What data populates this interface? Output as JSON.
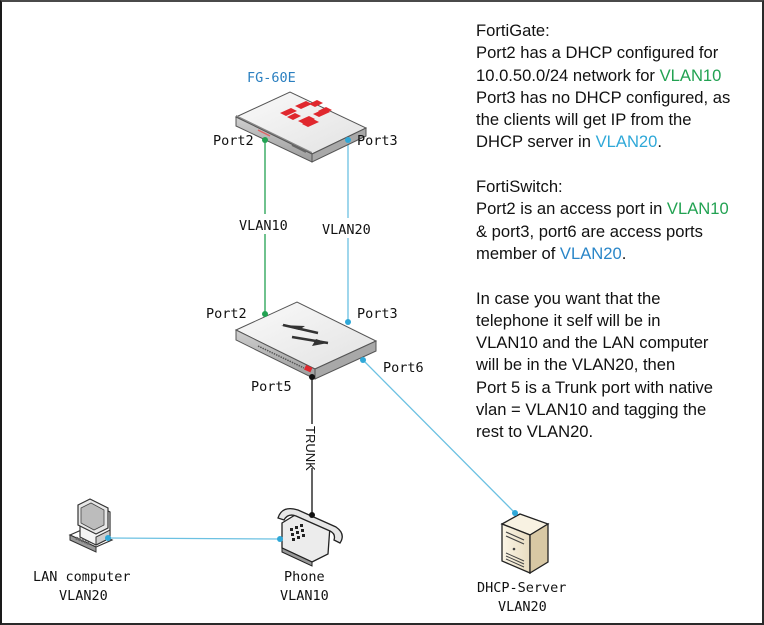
{
  "colors": {
    "vlan10": "#22a252",
    "vlan20": "#2fa8d8",
    "trunk": "#111111",
    "label_fortigate": "#2a7fc0",
    "fortinet_red": "#e0282e"
  },
  "devices": {
    "fortigate": {
      "name": "FG-60E",
      "icon": "firewall-appliance-icon",
      "port_left": "Port2",
      "port_right": "Port3"
    },
    "fortiswitch": {
      "icon": "switch-icon",
      "port_top_left": "Port2",
      "port_top_right": "Port3",
      "port_right": "Port6",
      "port_bottom": "Port5"
    },
    "lan_computer": {
      "icon": "desktop-computer-icon",
      "name": "LAN computer",
      "vlan": "VLAN20"
    },
    "phone": {
      "icon": "desk-phone-icon",
      "name": "Phone",
      "vlan": "VLAN10"
    },
    "dhcp_server": {
      "icon": "tower-server-icon",
      "name": "DHCP-Server",
      "vlan": "VLAN20"
    }
  },
  "links": {
    "vlan10_label": "VLAN10",
    "vlan20_label": "VLAN20",
    "trunk_label": "TRUNK"
  },
  "notes": {
    "fortigate": {
      "heading": "FortiGate:",
      "l1": "Port2 has a DHCP configured for",
      "l2a": "10.0.50.0/24 network for ",
      "l2b": "VLAN10",
      "l3": "Port3 has no DHCP configured, as",
      "l4": "the clients will get IP from the",
      "l5a": "DHCP server in ",
      "l5b": "VLAN20",
      "l5c": "."
    },
    "fortiswitch": {
      "heading": "FortiSwitch:",
      "l1a": "Port2 is an access port in ",
      "l1b": "VLAN10",
      "l2": "& port3, port6 are access ports",
      "l3a": "member of ",
      "l3b": "VLAN20",
      "l3c": "."
    },
    "trunk": {
      "l1": "In case you want that the",
      "l2": "telephone it self will be in",
      "l3": "VLAN10 and the LAN computer",
      "l4": "will be in the VLAN20, then",
      "l5": "Port 5 is a Trunk port with native",
      "l6": "vlan = VLAN10 and tagging the",
      "l7": "rest to VLAN20."
    }
  }
}
